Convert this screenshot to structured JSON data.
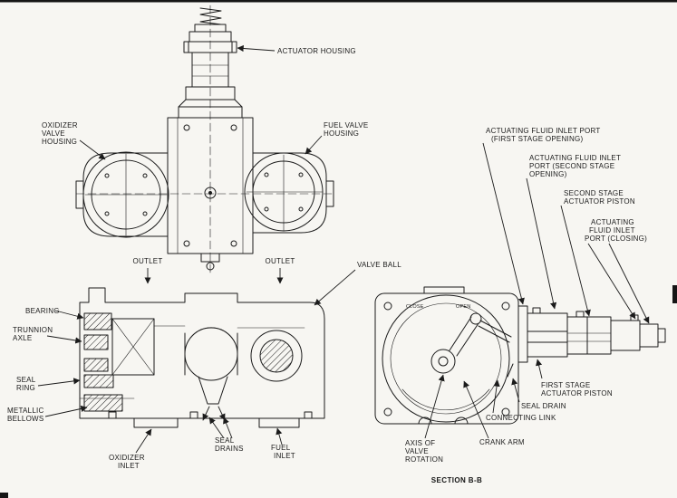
{
  "figure": {
    "background": "#f7f6f2",
    "ink": "#1b1b1b",
    "description_views": [
      "front-view-with-actuator",
      "front-cross-section",
      "side-cross-section"
    ]
  },
  "labels": {
    "actuator_housing": "ACTUATOR HOUSING",
    "oxidizer_valve_housing": [
      "OXIDIZER",
      "VALVE",
      "HOUSING"
    ],
    "fuel_valve_housing": [
      "FUEL VALVE",
      "HOUSING"
    ],
    "actuating_first_stage": [
      "ACTUATING FLUID INLET PORT",
      "(FIRST STAGE OPENING)"
    ],
    "actuating_second_stage": [
      "ACTUATING FLUID INLET",
      "PORT (SECOND STAGE",
      "OPENING)"
    ],
    "second_stage_piston": [
      "SECOND STAGE",
      "ACTUATOR PISTON"
    ],
    "actuating_closing": [
      "ACTUATING",
      "FLUID INLET",
      "PORT (CLOSING)"
    ],
    "outlet_left": "OUTLET",
    "outlet_right": "OUTLET",
    "valve_ball": "VALVE BALL",
    "bearing": "BEARING",
    "trunnion_axle": [
      "TRUNNION",
      "AXLE"
    ],
    "seal_ring": [
      "SEAL",
      "RING"
    ],
    "metallic_bellows": [
      "METALLIC",
      "BELLOWS"
    ],
    "oxidizer_inlet": [
      "OXIDIZER",
      "INLET"
    ],
    "seal_drains": [
      "SEAL",
      "DRAINS"
    ],
    "fuel_inlet": [
      "FUEL",
      "INLET"
    ],
    "first_stage_piston": [
      "FIRST STAGE",
      "ACTUATOR PISTON"
    ],
    "seal_drain": "SEAL DRAIN",
    "connecting_link": "CONNECTING LINK",
    "axis_of_rotation": [
      "AXIS OF",
      "VALVE",
      "ROTATION"
    ],
    "crank_arm": "CRANK ARM",
    "section_caption": "SECTION B-B",
    "valve_position_close": "CLOSE",
    "valve_position_open": "OPEN"
  }
}
